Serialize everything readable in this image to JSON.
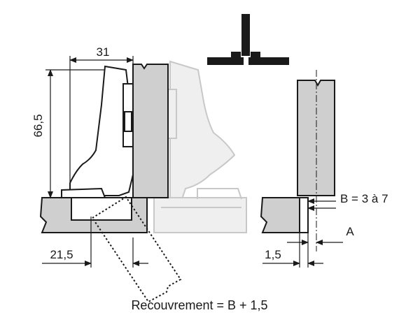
{
  "dimensions": {
    "width_label": "31",
    "height_label": "66,5",
    "offset_label": "21,5",
    "gap_label": "1,5",
    "b_range_label": "B = 3 à 7",
    "a_label": "A"
  },
  "caption": "Recouvrement = B + 1,5",
  "colors": {
    "ink": "#1a1a1a",
    "panel_fill": "#cfcfcf",
    "ghost_stroke": "#c8c8c8",
    "ghost_fill": "#efefef"
  }
}
